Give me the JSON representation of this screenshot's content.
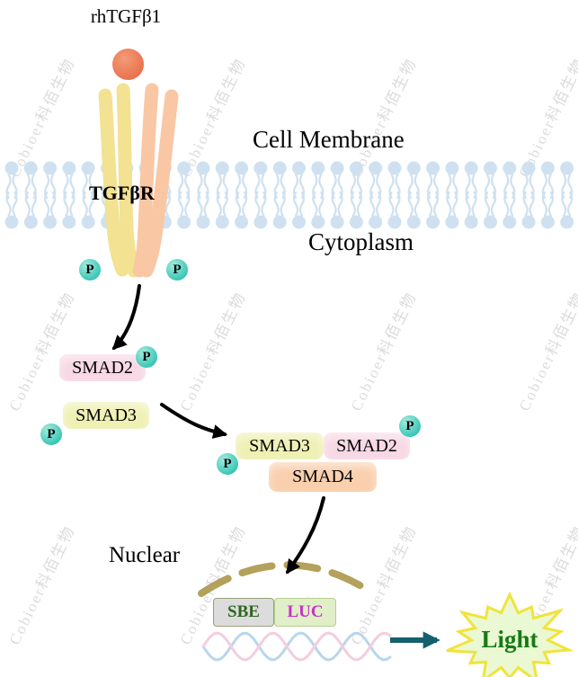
{
  "watermark": {
    "text": "Cobioer科佰生物"
  },
  "pathway": {
    "ligand_label": "rhTGFβ1",
    "receptor_label": "TGFβR",
    "cell_membrane_label": "Cell Membrane",
    "cytoplasm_label": "Cytoplasm",
    "phospho_label": "P",
    "smad2_label": "SMAD2",
    "smad3_label": "SMAD3",
    "smad4_label": "SMAD4",
    "nuclear_label": "Nuclear",
    "sbe_label": "SBE",
    "luc_label": "LUC",
    "light_label": "Light"
  },
  "colors": {
    "ligand": "#e8714b",
    "receptor_yellow": "#f2e291",
    "receptor_orange": "#f9c7a4",
    "membrane": "#cfe1f0",
    "phospho": "#35c4b5",
    "smad2_fill": "#f8d8e4",
    "smad3_fill": "#eff0b4",
    "smad4_fill": "#f9cfad",
    "nuclear_envelope": "#b3a15c",
    "sbe_fill": "#dcdcdc",
    "sbe_text": "#2e661c",
    "luc_fill": "#e0efc8",
    "luc_text": "#c433c4",
    "dna_blue": "#b9d6ec",
    "dna_pink": "#f3cede",
    "light_fill": "#eaf8d3",
    "light_stroke": "#f0e43b",
    "light_text": "#157a15",
    "arrow": "#000000",
    "light_arrow": "#16606e"
  }
}
